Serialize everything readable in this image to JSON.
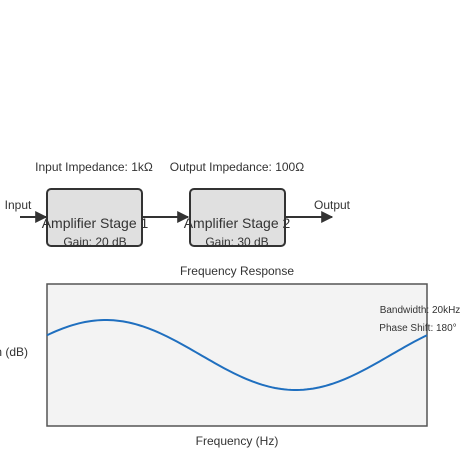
{
  "diagram": {
    "input_label": "Input",
    "output_label": "Output",
    "input_impedance": "Input Impedance: 1kΩ",
    "output_impedance": "Output Impedance: 100Ω",
    "stages": [
      {
        "title": "Amplifier Stage 1",
        "gain": "Gain: 20 dB"
      },
      {
        "title": "Amplifier Stage 2",
        "gain": "Gain: 30 dB"
      }
    ]
  },
  "plot": {
    "title": "Frequency Response",
    "xlabel": "Frequency (Hz)",
    "ylabel": "Gain (dB)",
    "bandwidth": "Bandwidth: 20kHz",
    "phase_shift": "Phase Shift: 180°"
  },
  "colors": {
    "box_fill": "#e0e0e0",
    "box_stroke": "#333333",
    "arrow": "#333333",
    "curve": "#1f6fbf",
    "plot_bg": "#f3f3f3",
    "plot_border": "#555555",
    "text": "#333333",
    "annotation": "#555555"
  }
}
